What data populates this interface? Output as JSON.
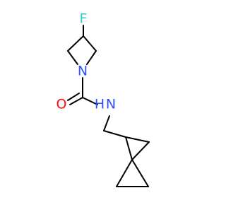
{
  "structure": {
    "atoms": {
      "fluorine": {
        "symbol": "F",
        "color": "#33cccc"
      },
      "ring_nitrogen": {
        "symbol": "N",
        "color": "#3050f8"
      },
      "amide_oxygen": {
        "symbol": "O",
        "color": "#ff0d0d"
      },
      "amide_nitrogen": {
        "symbol": "N",
        "color": "#3050f8"
      },
      "amide_hydrogen": {
        "symbol": "H",
        "color": "#3050f8"
      }
    },
    "bond_color": "#000000"
  }
}
